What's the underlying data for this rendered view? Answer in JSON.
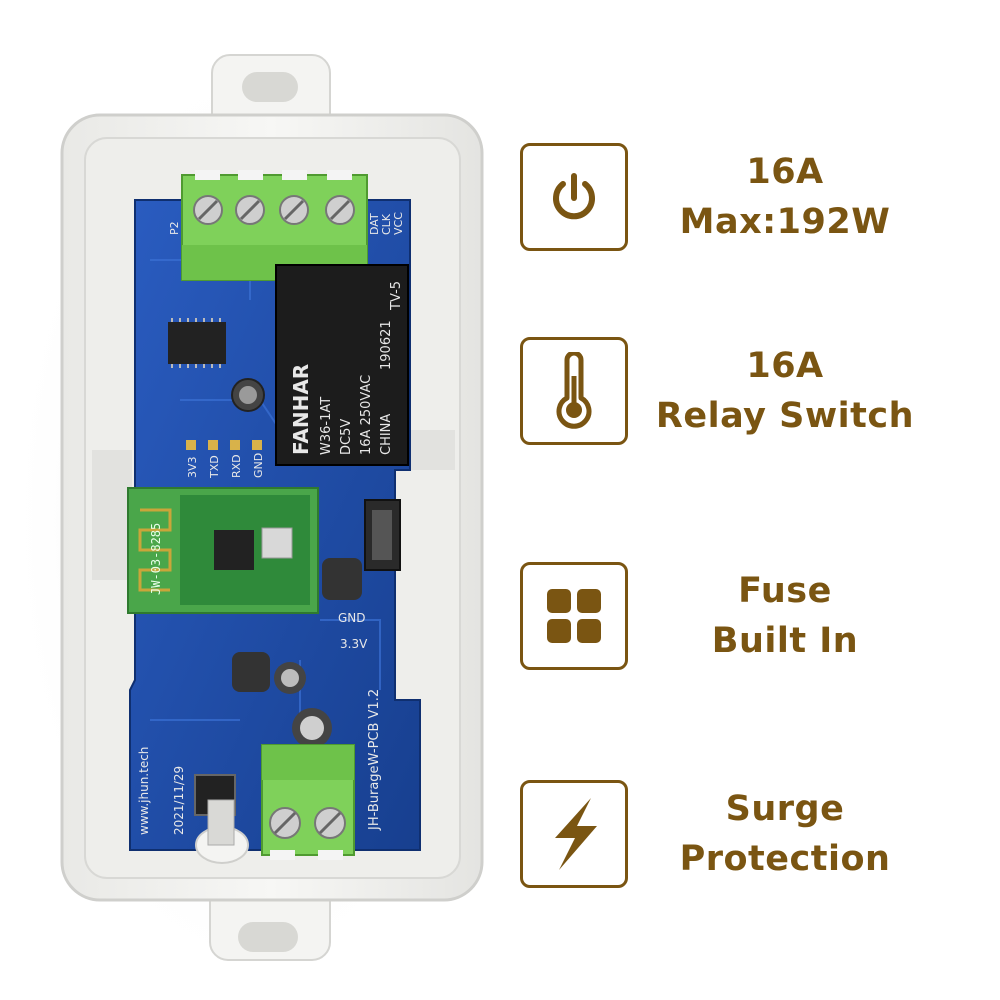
{
  "colors": {
    "accent": "#7a5512",
    "board": "#1f4fa8",
    "enclosure": "#f2f2f0",
    "terminal": "#7fd15a",
    "relay": "#1c1c1c"
  },
  "product": {
    "relay_brand": "FANHAR",
    "relay_model": "W36-1AT",
    "relay_voltage": "DC5V",
    "relay_rating": "16A 250VAC",
    "relay_origin": "CHINA",
    "relay_code": "190621",
    "relay_cert": "TV-5",
    "module_label": "JW-03-8285",
    "board_label": "JH-BurageW-PCB V1.2",
    "site_label": "www.jhun.tech",
    "date_label": "2021/11/29",
    "header_pins": [
      "3V3",
      "TXD",
      "RXD",
      "GND"
    ],
    "terminal_pins": [
      "DAT",
      "CLK",
      "VCC"
    ],
    "label_gnd": "GND",
    "label_33v": "3.3V",
    "label_p2": "P2"
  },
  "features": [
    {
      "icon": "power-icon",
      "line1": "16A",
      "line2": "Max:192W"
    },
    {
      "icon": "thermometer-icon",
      "line1": "16A",
      "line2": "Relay Switch"
    },
    {
      "icon": "grid-icon",
      "line1": "Fuse",
      "line2": "Built In"
    },
    {
      "icon": "lightning-icon",
      "line1": "Surge",
      "line2": "Protection"
    }
  ]
}
